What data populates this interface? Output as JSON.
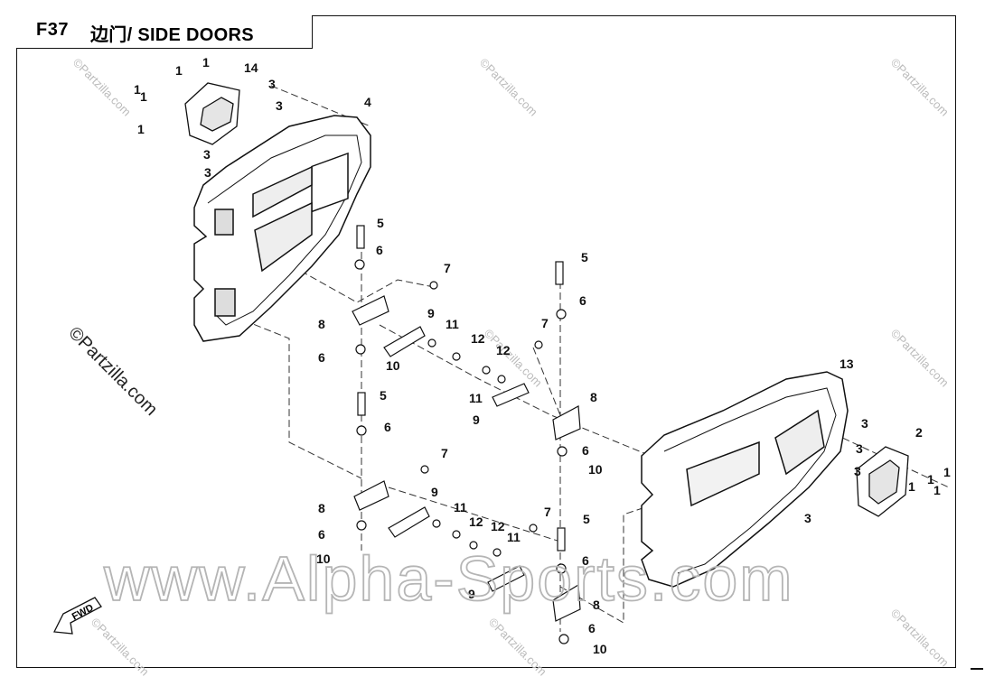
{
  "title": {
    "code": "F37",
    "text": "边门/ SIDE DOORS"
  },
  "watermarks": {
    "copyright": "©Partzilla.com",
    "site": "www.Alpha-Sports.com"
  },
  "fwd_label": "FWD",
  "callouts": [
    "1",
    "1",
    "1",
    "1",
    "1",
    "14",
    "3",
    "3",
    "3",
    "3",
    "4",
    "5",
    "6",
    "7",
    "8",
    "9",
    "11",
    "12",
    "6",
    "10",
    "5",
    "6",
    "7",
    "8",
    "9",
    "11",
    "12",
    "6",
    "10",
    "5",
    "6",
    "7",
    "12",
    "11",
    "9",
    "8",
    "6",
    "10",
    "7",
    "12",
    "11",
    "9",
    "5",
    "6",
    "8",
    "6",
    "10",
    "13",
    "3",
    "3",
    "3",
    "2",
    "1",
    "1",
    "1",
    "1",
    "3"
  ]
}
